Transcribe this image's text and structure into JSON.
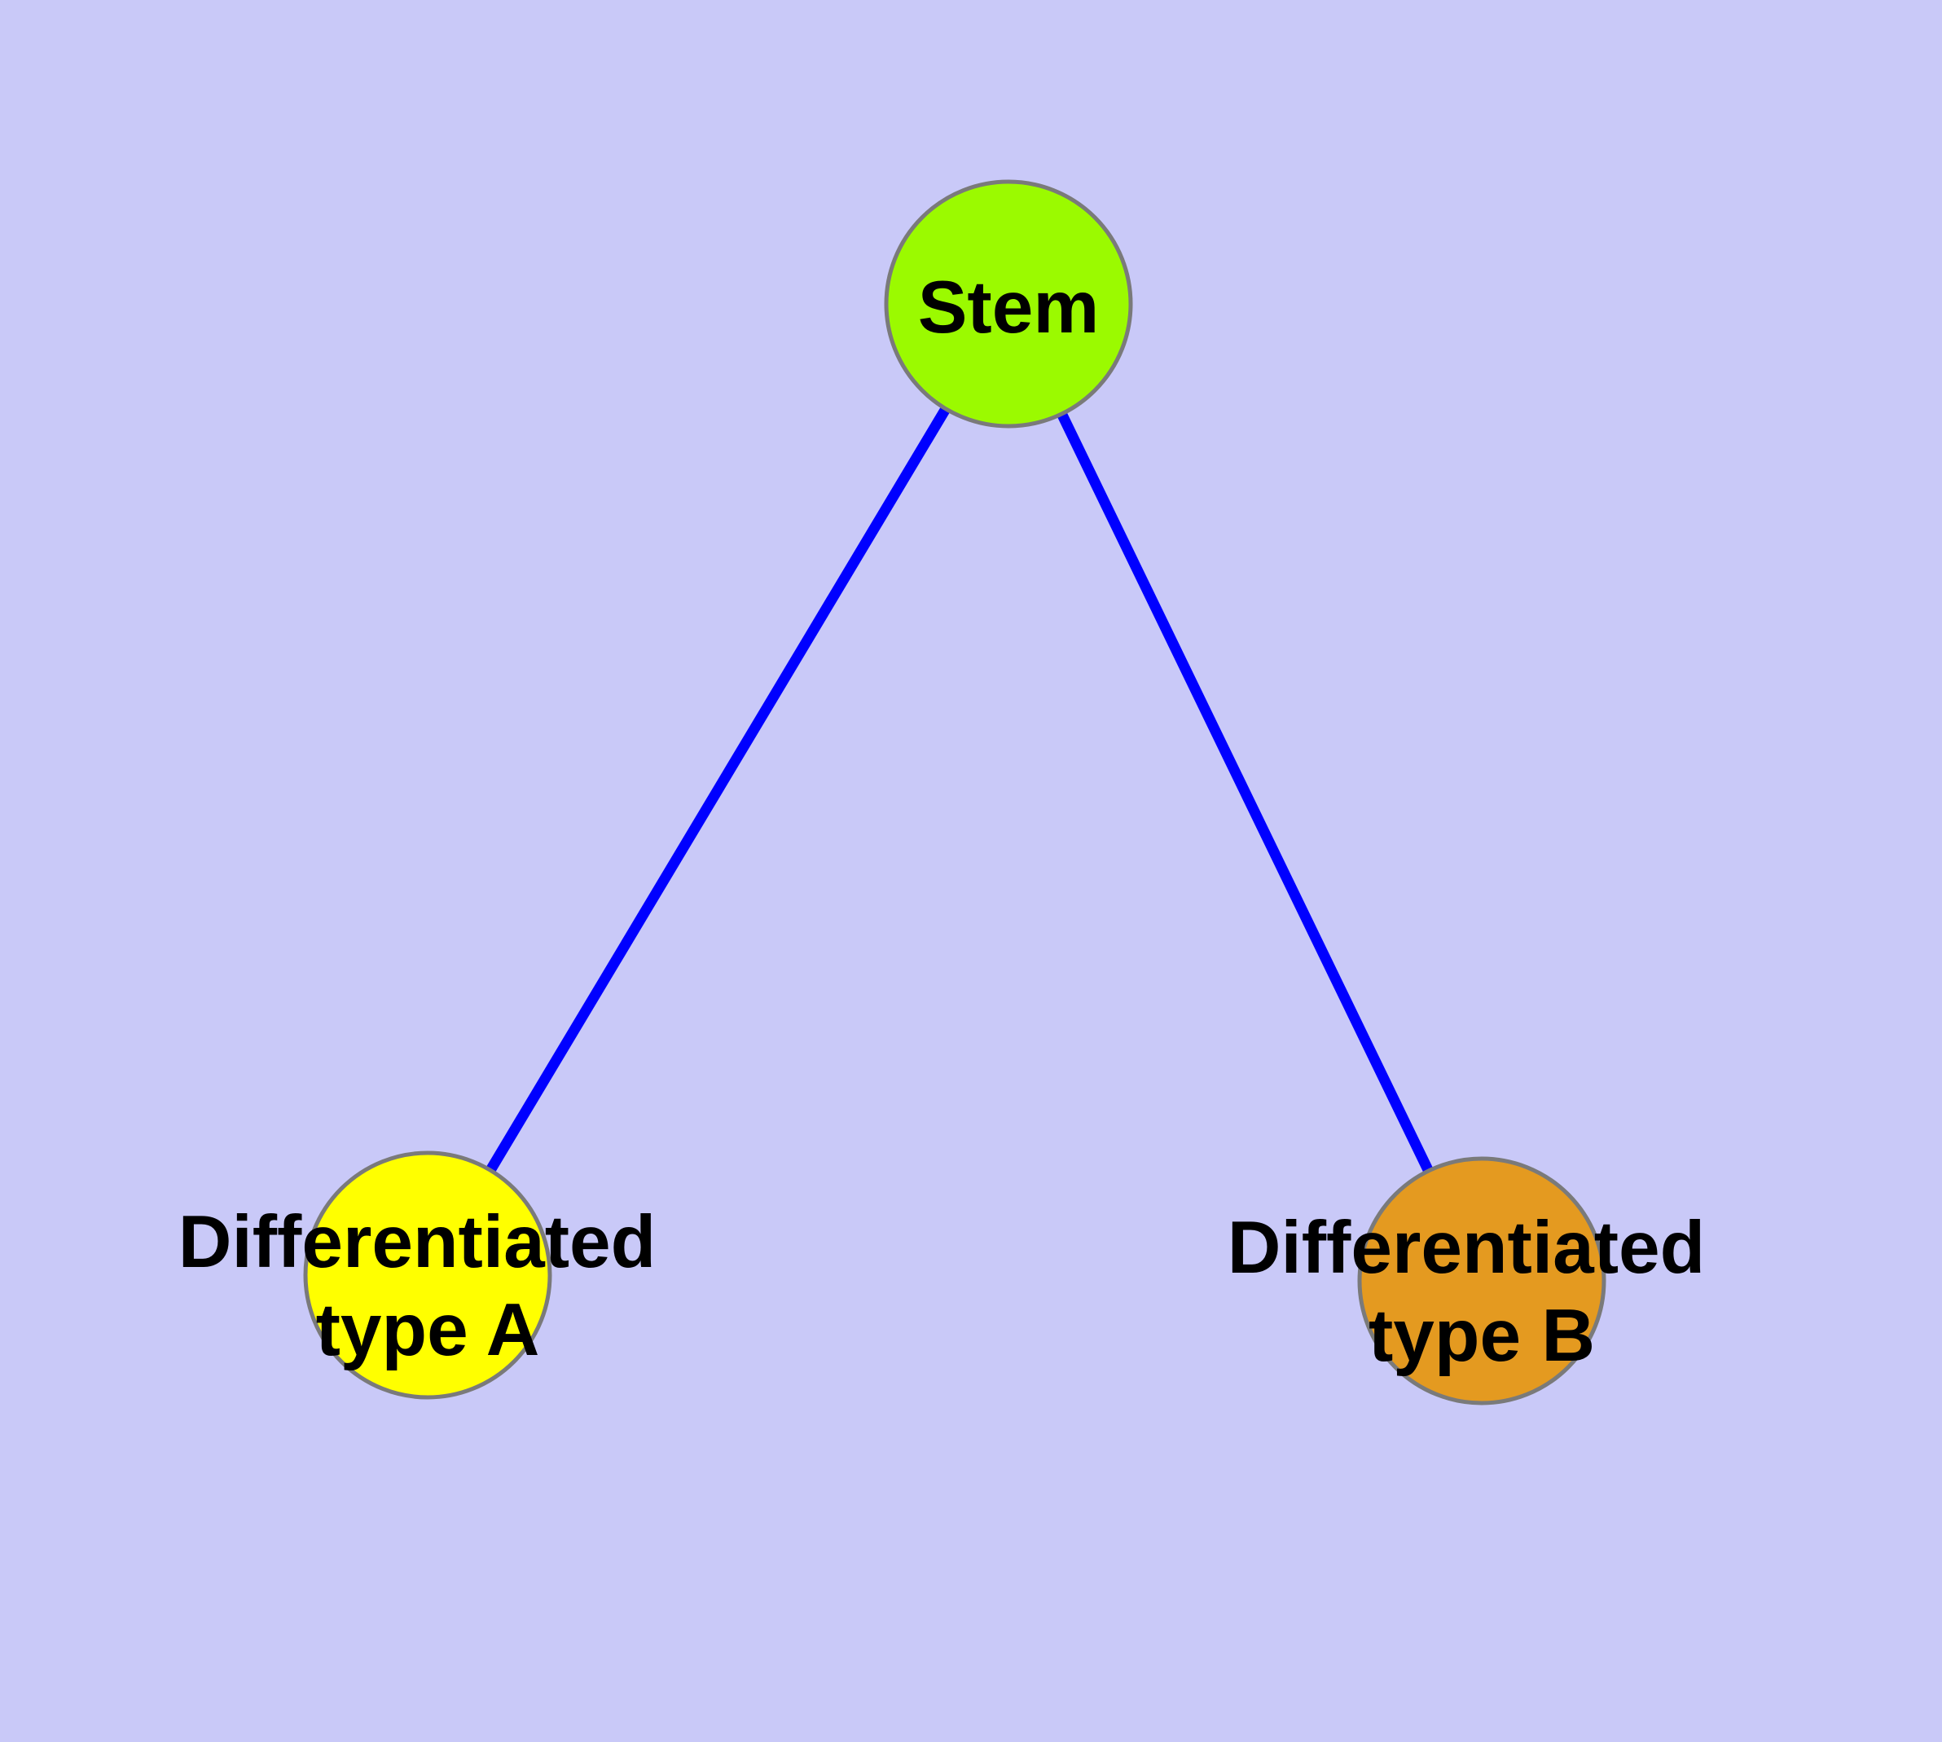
{
  "diagram": {
    "background_color": "#C9C9F8",
    "edge_color": "#0000FF",
    "node_border_color": "#7A7A7A",
    "label_color": "#000000",
    "nodes": [
      {
        "id": "stem",
        "label": "Stem",
        "label_lines": [
          "Stem"
        ],
        "fill": "#9BFA00"
      },
      {
        "id": "differentiated-type-a",
        "label": "Differentiated type A",
        "label_lines": [
          "Differentiated",
          "type A"
        ],
        "fill": "#FFFF00"
      },
      {
        "id": "differentiated-type-b",
        "label": "Differentiated type B",
        "label_lines": [
          "Differentiated",
          "type B"
        ],
        "fill": "#E49A20"
      }
    ],
    "edges": [
      {
        "from": "stem",
        "to": "differentiated-type-a"
      },
      {
        "from": "stem",
        "to": "differentiated-type-b"
      }
    ]
  }
}
